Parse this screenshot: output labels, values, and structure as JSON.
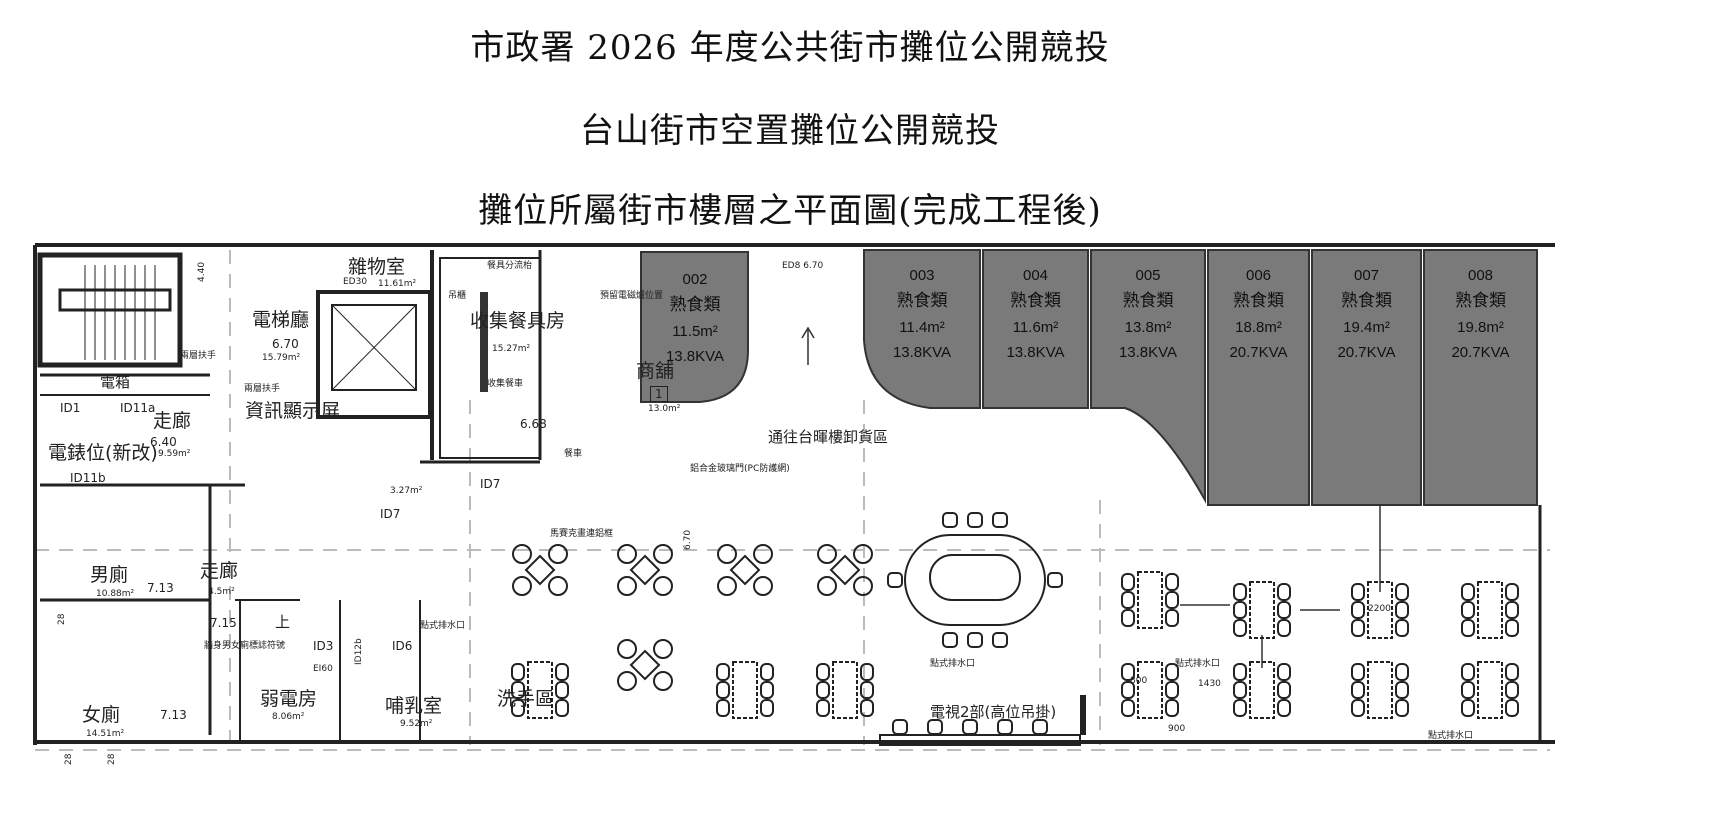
{
  "titles": {
    "line1": "市政署 2026 年度公共街市攤位公開競投",
    "line2": "台山街市空置攤位公開競投",
    "line3": "攤位所屬街市樓層之平面圖(完成工程後)"
  },
  "colors": {
    "stall_fill": "#7a7a7a",
    "wall": "#222222",
    "grid": "#bbbbbb"
  },
  "stalls": [
    {
      "id": "002",
      "category": "熟食類",
      "area": "11.5m²",
      "power": "13.8KVA"
    },
    {
      "id": "003",
      "category": "熟食類",
      "area": "11.4m²",
      "power": "13.8KVA"
    },
    {
      "id": "004",
      "category": "熟食類",
      "area": "11.6m²",
      "power": "13.8KVA"
    },
    {
      "id": "005",
      "category": "熟食類",
      "area": "13.8m²",
      "power": "13.8KVA"
    },
    {
      "id": "006",
      "category": "熟食類",
      "area": "18.8m²",
      "power": "20.7KVA"
    },
    {
      "id": "007",
      "category": "熟食類",
      "area": "19.4m²",
      "power": "20.7KVA"
    },
    {
      "id": "008",
      "category": "熟食類",
      "area": "19.8m²",
      "power": "20.7KVA"
    }
  ],
  "labels": {
    "lift_lobby": "電梯廳",
    "lift_lobby_level": "6.70",
    "lift_lobby_area": "15.79m²",
    "store_room": "雜物室",
    "store_room_area": "11.61m²",
    "store_door": "ED30",
    "handrail_1": "兩層扶手",
    "handrail_2": "兩層扶手",
    "elec_box": "電箱",
    "id1": "ID1",
    "id11a": "ID11a",
    "corridor_1": "走廊",
    "corridor_1_level": "6.40",
    "corridor_1_area": "9.59m²",
    "meter_position": "電錶位(新改)",
    "id11b": "ID11b",
    "info_screen": "資訊顯示屏",
    "cutlery_sorting": "餐具分流枱",
    "hanging_cabinet": "吊櫃",
    "collection_room": "收集餐具房",
    "collection_room_area": "15.27m²",
    "collection_cart": "收集餐車",
    "collection_level": "6.68",
    "trolley": "餐車",
    "small_room_area": "3.27m²",
    "id7_a": "ID7",
    "id7_b": "ID7",
    "shop": "商舖",
    "shop_no": "1",
    "shop_area": "13.0m²",
    "induction_cooker": "預留電磁爐位置",
    "mosaic": "馬賽克畫連鋁框",
    "metal_frame": "鋁合金玻璃門(PC防護網)",
    "ed8": "ED8 6.70",
    "loading_access": "通往台暉樓卸貨區",
    "hall_level": "6.70",
    "mens_toilet": "男廁",
    "mens_toilet_area": "10.88m²",
    "mens_toilet_level": "7.13",
    "corridor_2": "走廊",
    "corridor_2_area": "4.5m²",
    "corridor_2_level": "7.15",
    "up": "上",
    "handrail_note": "牆身男女廁標誌符號",
    "id3": "ID3",
    "ei60": "EI60",
    "id12b": "ID12b",
    "id6": "ID6",
    "drain_1": "點式排水口",
    "weak_current_room": "弱電房",
    "weak_current_area": "8.06m²",
    "nursing_room": "哺乳室",
    "nursing_room_area": "9.52m²",
    "hand_wash": "洗手區",
    "womens_toilet": "女廁",
    "womens_toilet_area": "14.51m²",
    "womens_toilet_level": "7.13",
    "drain_2": "點式排水口",
    "drain_3": "點式排水口",
    "drain_4": "點式排水口",
    "tv": "電視2部(高位吊掛)",
    "dim_2200": "2200",
    "dim_800": "800",
    "dim_1430": "1430",
    "dim_900": "900",
    "stair_dim": "4.40",
    "cubicle_1": "28",
    "cubicle_2": "28",
    "cubicle_3": "28"
  }
}
